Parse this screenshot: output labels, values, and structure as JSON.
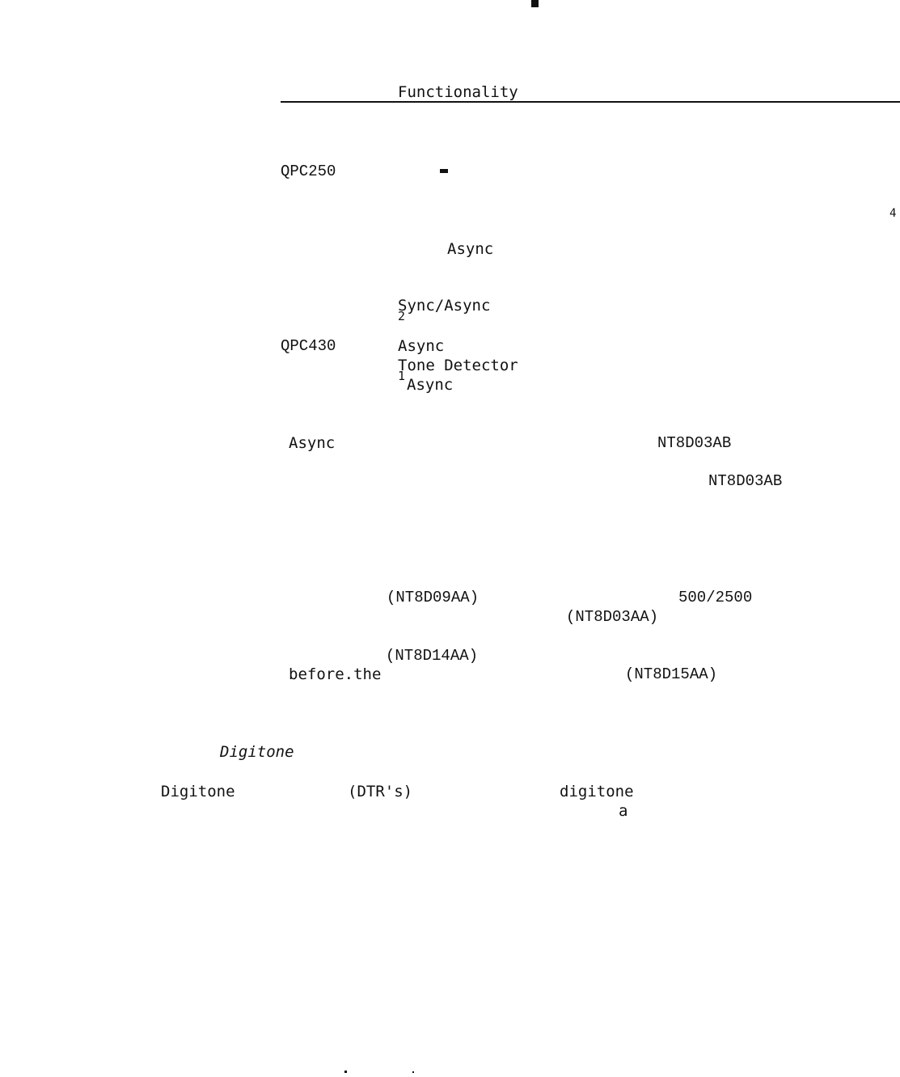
{
  "header": {
    "title": "Functionality"
  },
  "marks": {
    "page_number_fragment": "4"
  },
  "rows": {
    "qpc250": "QPC250",
    "async_1": "Async",
    "sync_async": "Sync/Async",
    "sync_async_sup": "2",
    "qpc430": "QPC430",
    "async_2": "Async",
    "tone_detector": "Tone Detector",
    "async_3_sup": "1",
    "async_3": "Async"
  },
  "notes": {
    "async_label": "Async",
    "nt8d03ab_1": "NT8D03AB",
    "nt8d03ab_2": "NT8D03AB",
    "nt8d09aa": "(NT8D09AA)",
    "set_500_2500": "500/2500",
    "nt8d03aa": "(NT8D03AA)",
    "nt8d14aa": "(NT8D14AA)",
    "before_the": "before.the",
    "nt8d15aa": "(NT8D15AA)"
  },
  "section": {
    "heading": "Digitone",
    "word_digitone": "Digitone",
    "dtrs": "(DTR's)",
    "word_digitone_lower": "digitone",
    "fragment_a": "a"
  }
}
